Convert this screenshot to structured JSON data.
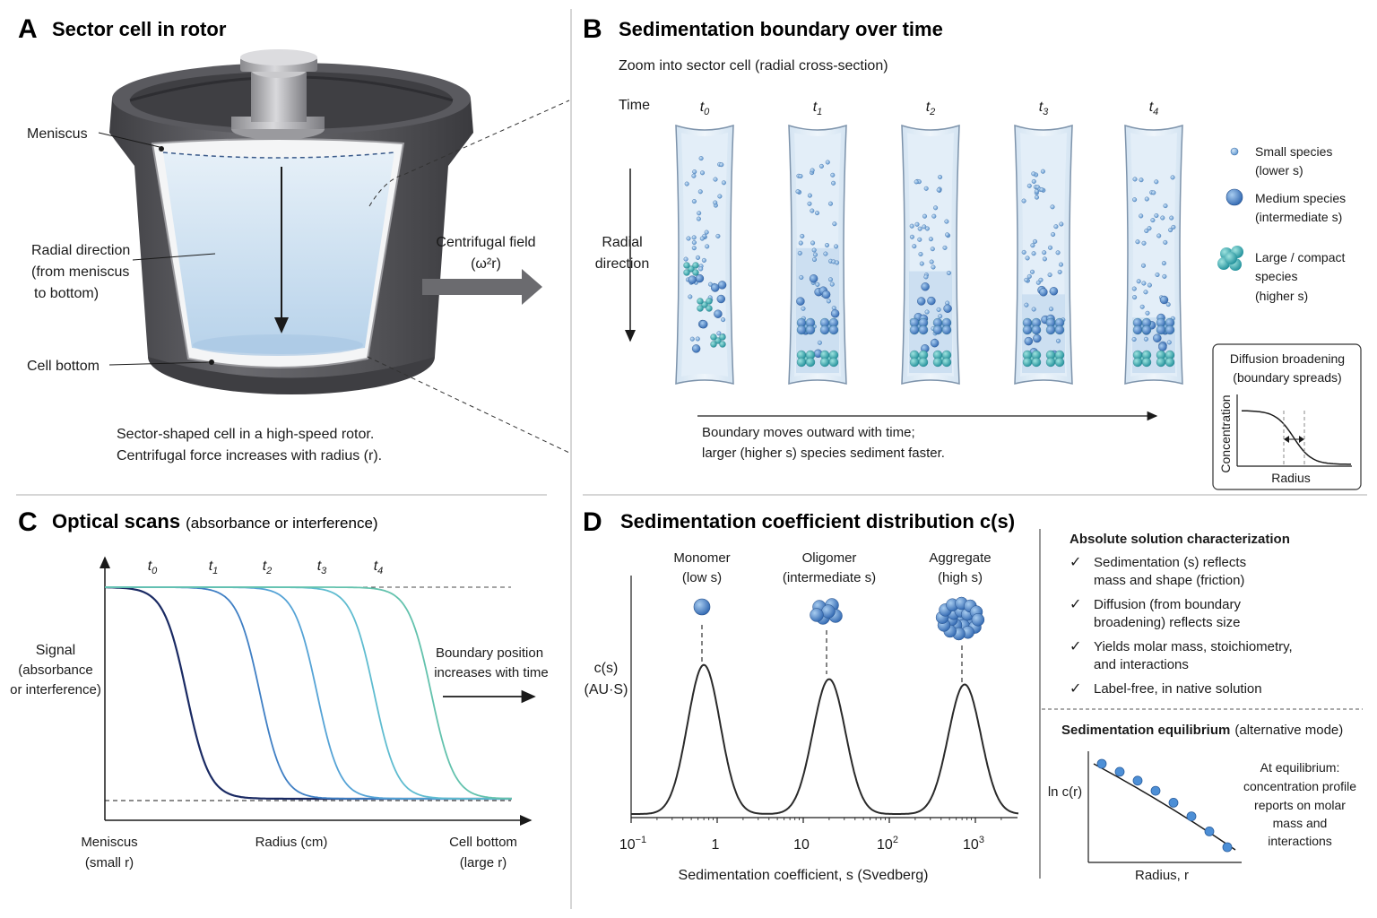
{
  "colors": {
    "scan_t0": "#1a2a63",
    "scan_t1": "#3f7fc4",
    "scan_t2": "#55a3d6",
    "scan_t3": "#5fbcd0",
    "scan_t4": "#63c2ad",
    "liquid": "#cfe2f2",
    "small_particle": "#6fa8d8",
    "medium_particle": "#3f78c0",
    "large_particle": "#3bb0b8",
    "rotor_dark": "#4a4a4e",
    "divider": "#c8c8c8"
  },
  "panel_a": {
    "letter": "A",
    "title": "Sector cell in rotor",
    "meniscus": "Meniscus",
    "radial_l1": "Radial direction",
    "radial_l2": "(from meniscus",
    "radial_l3": "to bottom)",
    "cell_bottom": "Cell bottom",
    "field_l1": "Centrifugal field",
    "field_l2": "(ω²r)",
    "caption_l1": "Sector-shaped cell in a high-speed rotor.",
    "caption_l2": "Centrifugal force increases with radius (r)."
  },
  "panel_b": {
    "letter": "B",
    "title": "Sedimentation boundary over time",
    "zoom_text": "Zoom into sector cell (radial cross-section)",
    "time_label": "Time",
    "times": [
      "t0",
      "t1",
      "t2",
      "t3",
      "t4"
    ],
    "radial_l1": "Radial",
    "radial_l2": "direction",
    "legend_small_l1": "Small species",
    "legend_small_l2": "(lower s)",
    "legend_medium_l1": "Medium species",
    "legend_medium_l2": "(intermediate s)",
    "legend_large_l1": "Large / compact",
    "legend_large_l2": "species",
    "legend_large_l3": "(higher s)",
    "boundary_l1": "Boundary moves outward with time;",
    "boundary_l2": "larger (higher s) species sediment faster.",
    "inset_title_l1": "Diffusion broadening",
    "inset_title_l2": "(boundary spreads)",
    "inset_ylabel": "Concentration",
    "inset_xlabel": "Radius"
  },
  "panel_c": {
    "letter": "C",
    "title": "Optical scans",
    "title_sub": "(absorbance or interference)",
    "ylabel_l1": "Signal",
    "ylabel_l2": "(absorbance",
    "ylabel_l3": "or interference)",
    "x_left_l1": "Meniscus",
    "x_left_l2": "(small r)",
    "x_mid": "Radius (cm)",
    "x_right_l1": "Cell bottom",
    "x_right_l2": "(large r)",
    "note_l1": "Boundary position",
    "note_l2": "increases with time"
  },
  "panel_d": {
    "letter": "D",
    "title": "Sedimentation coefficient distribution c(s)",
    "peak1_l1": "Monomer",
    "peak1_l2": "(low s)",
    "peak2_l1": "Oligomer",
    "peak2_l2": "(intermediate s)",
    "peak3_l1": "Aggregate",
    "peak3_l2": "(high s)",
    "ylabel_l1": "c(s)",
    "ylabel_l2": "(AU·S)",
    "xlabel": "Sedimentation coefficient, s (Svedberg)",
    "char_title": "Absolute solution characterization",
    "check_1a": "Sedimentation (s) reflects",
    "check_1b": "mass and shape (friction)",
    "check_2a": "Diffusion (from boundary",
    "check_2b": "broadening) reflects size",
    "check_3a": "Yields molar mass, stoichiometry,",
    "check_3b": "and interactions",
    "check_4a": "Label-free, in native solution",
    "eq_title": "Sedimentation equilibrium",
    "eq_title_sub": "(alternative mode)",
    "eq_ylabel": "ln c(r)",
    "eq_xlabel": "Radius, r",
    "eq_note_l1": "At equilibrium:",
    "eq_note_l2": "concentration profile",
    "eq_note_l3": "reports on molar",
    "eq_note_l4": "mass and",
    "eq_note_l5": "interactions"
  },
  "chart_data": [
    {
      "type": "line",
      "title": "Optical scans",
      "xlabel": "Radius (cm)",
      "ylabel": "Signal (absorbance or interference)",
      "series": [
        {
          "name": "t0",
          "midpoint": 0.2,
          "color": "#1a2a63"
        },
        {
          "name": "t1",
          "midpoint": 0.38,
          "color": "#3f7fc4"
        },
        {
          "name": "t2",
          "midpoint": 0.52,
          "color": "#55a3d6"
        },
        {
          "name": "t3",
          "midpoint": 0.66,
          "color": "#5fbcd0"
        },
        {
          "name": "t4",
          "midpoint": 0.8,
          "color": "#63c2ad"
        }
      ]
    },
    {
      "type": "line",
      "title": "Sedimentation coefficient distribution c(s)",
      "xlabel": "Sedimentation coefficient, s (Svedberg)",
      "ylabel": "c(s) (AU·S)",
      "x_scale": "log",
      "x_ticks": [
        "10−1",
        "1",
        "10",
        "102",
        "103"
      ],
      "peaks": [
        {
          "label": "Monomer",
          "s": 0.7,
          "height": 0.84
        },
        {
          "label": "Oligomer",
          "s": 20,
          "height": 0.76
        },
        {
          "label": "Aggregate",
          "s": 750,
          "height": 0.73
        }
      ]
    },
    {
      "type": "scatter",
      "title": "Sedimentation equilibrium",
      "xlabel": "Radius, r",
      "ylabel": "ln c(r)",
      "points": 8,
      "trend": "decreasing"
    }
  ]
}
